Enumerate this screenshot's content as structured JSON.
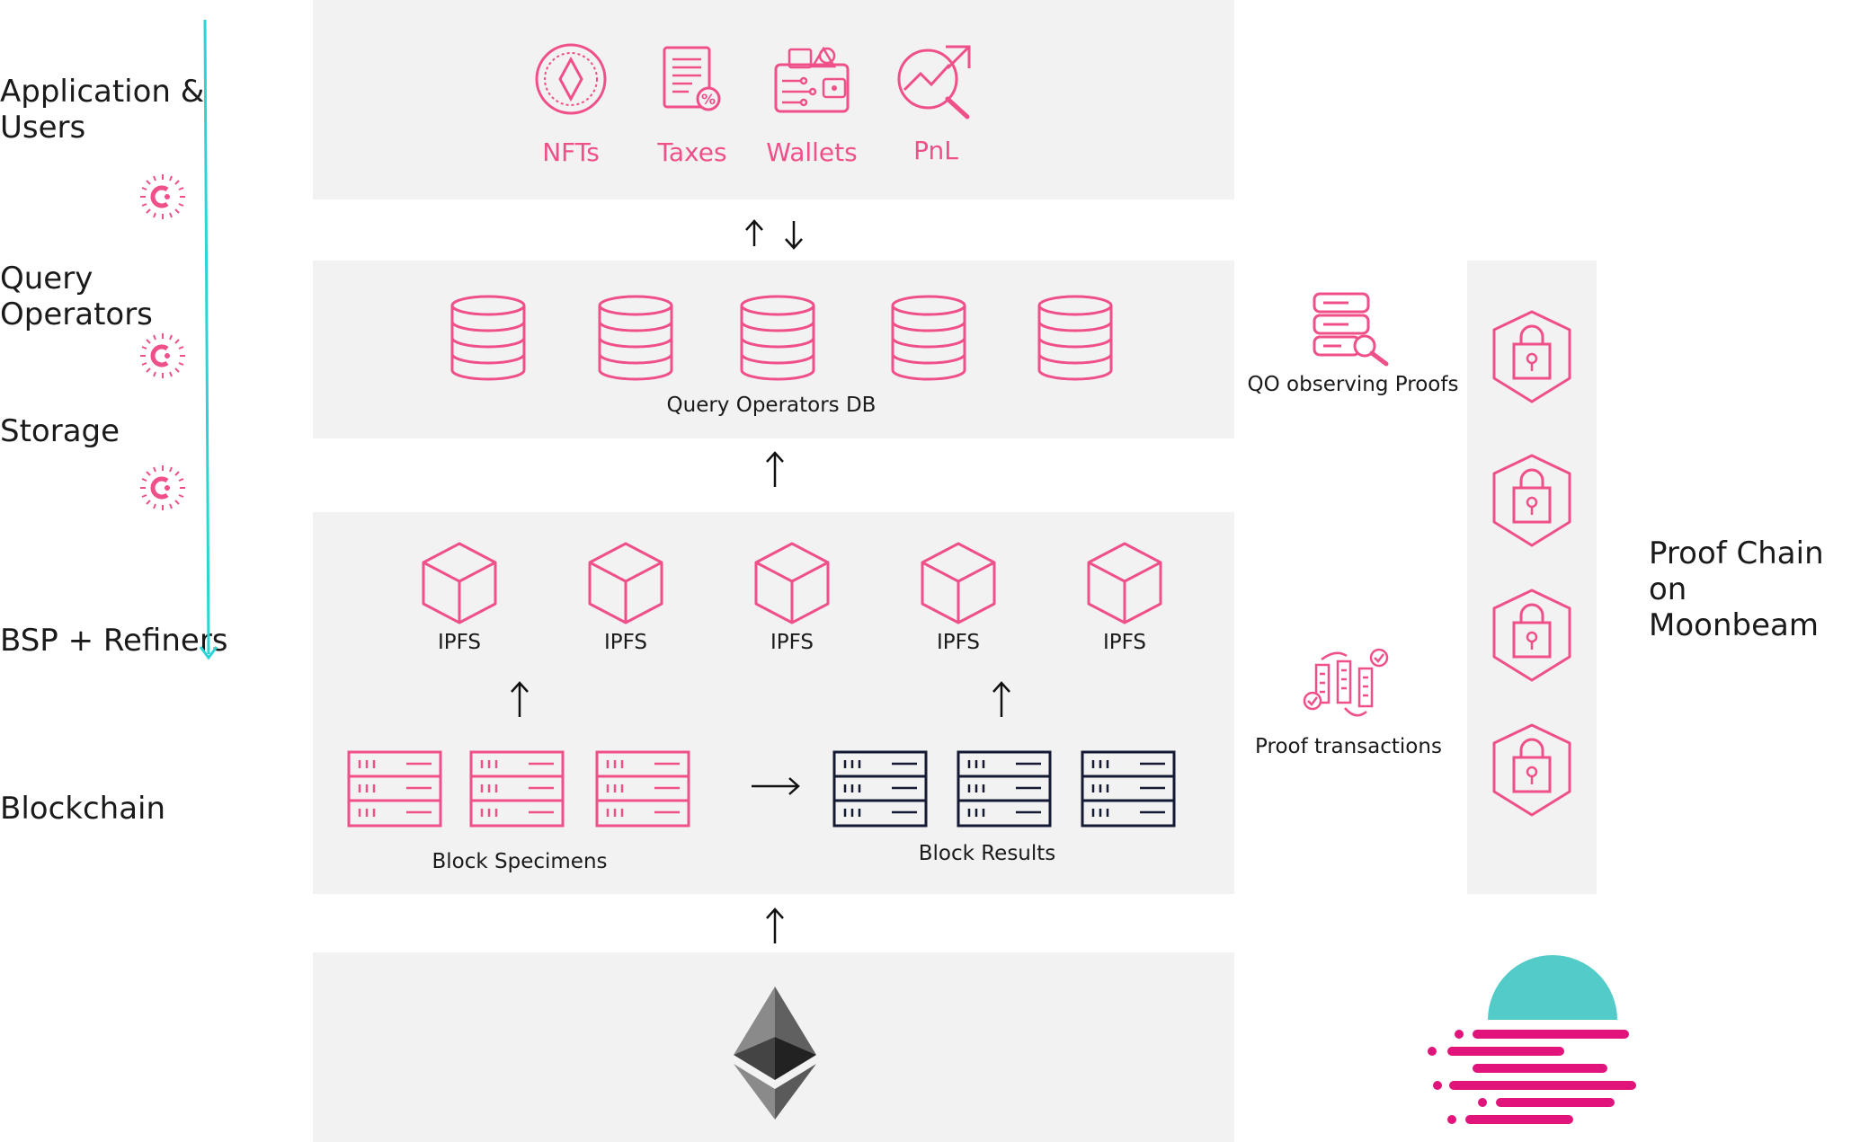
{
  "layers": {
    "application_users": "Application &\nUsers",
    "query_operators": "Query\nOperators",
    "storage": "Storage",
    "bsp_refiners": "BSP + Refiners",
    "blockchain": "Blockchain"
  },
  "apps": [
    {
      "label": "NFTs",
      "icon": "nft-diamond-coin-icon"
    },
    {
      "label": "Taxes",
      "icon": "tax-document-icon"
    },
    {
      "label": "Wallets",
      "icon": "wallet-icon"
    },
    {
      "label": "PnL",
      "icon": "pnl-growth-chart-icon"
    }
  ],
  "query_operators_db": "Query Operators DB",
  "ipfs_label": "IPFS",
  "block_specimens": "Block Specimens",
  "block_results": "Block Results",
  "qo_observing_proofs": "QO observing Proofs",
  "proof_transactions": "Proof transactions",
  "proof_chain": "Proof Chain on\nMoonbeam",
  "colors": {
    "accent_pink": "#f0508a",
    "timeline_cyan": "#2cd4d6",
    "moonbeam_teal": "#53cbc9",
    "moonbeam_magenta": "#e1147b",
    "dark_navy": "#141a33",
    "panel_gray": "#f2f2f2"
  }
}
